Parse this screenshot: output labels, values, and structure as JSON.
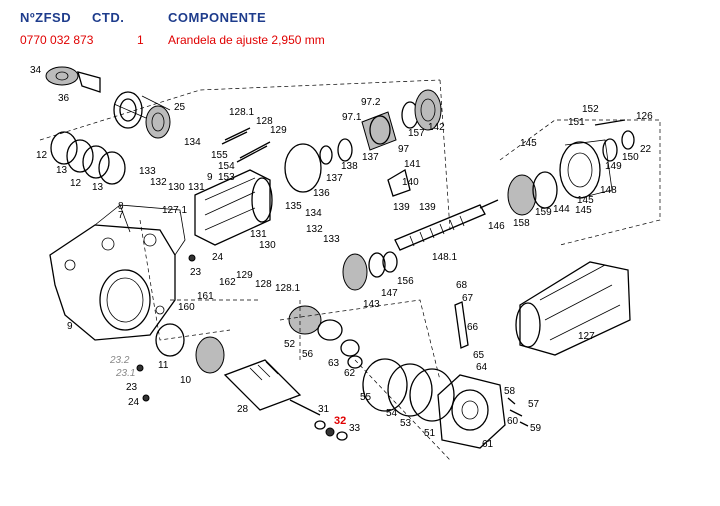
{
  "header": {
    "col_num": "NºZFSD",
    "col_qty": "CTD.",
    "col_comp": "COMPONENTE"
  },
  "selected": {
    "part_number": "0770 032 873",
    "qty": "1",
    "description": "Arandela de ajuste 2,950 mm"
  },
  "colors": {
    "header": "#1e3c8c",
    "highlight": "#e00000"
  },
  "labels": {
    "l34": "34",
    "l36": "36",
    "l25": "25",
    "l128_1a": "128.1",
    "l128a": "128",
    "l129a": "129",
    "l134a": "134",
    "l155": "155",
    "l154": "154",
    "l153": "153",
    "l133a": "133",
    "l132a": "132",
    "l130a": "130",
    "l131a": "131",
    "l9a": "9",
    "l97_2": "97.2",
    "l97_1": "97.1",
    "l157": "157",
    "l142": "142",
    "l138": "138",
    "l137a": "137",
    "l137b": "137",
    "l97": "97",
    "l141": "141",
    "l140": "140",
    "l136": "136",
    "l139a": "139",
    "l139b": "139",
    "l135": "135",
    "l134b": "134",
    "l152": "152",
    "l151": "151",
    "l126": "126",
    "l145a": "145",
    "l22": "22",
    "l150": "150",
    "l149": "149",
    "l148": "148",
    "l145b": "145",
    "l145c": "145",
    "l144": "144",
    "l159": "159",
    "l158": "158",
    "l146": "146",
    "l12a": "12",
    "l13a": "13",
    "l12b": "12",
    "l13b": "13",
    "l8": "8",
    "l7": "7",
    "l127_1": "127.1",
    "l131b": "131",
    "l130b": "130",
    "l132b": "132",
    "l133b": "133",
    "l24a": "24",
    "l23a": "23",
    "l162": "162",
    "l129b": "129",
    "l128b": "128",
    "l128_1b": "128.1",
    "l161": "161",
    "l160": "160",
    "l9b": "9",
    "l148_1": "148.1",
    "l156": "156",
    "l147": "147",
    "l143": "143",
    "l68": "68",
    "l67": "67",
    "l66": "66",
    "l127": "127",
    "l52": "52",
    "l56": "56",
    "l63": "63",
    "l62": "62",
    "l65": "65",
    "l64": "64",
    "l11": "11",
    "l10": "10",
    "l23_2": "23.2",
    "l23_1": "23.1",
    "l23b": "23",
    "l24b": "24",
    "l28": "28",
    "l55": "55",
    "l54": "54",
    "l53": "53",
    "l51": "51",
    "l58": "58",
    "l57": "57",
    "l60": "60",
    "l59": "59",
    "l61": "61",
    "l31": "31",
    "l32": "32",
    "l33": "33"
  }
}
